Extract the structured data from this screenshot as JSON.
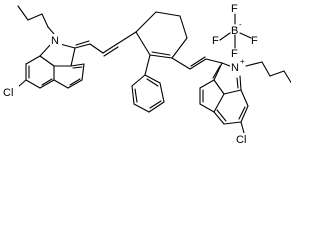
{
  "molecule": {
    "labels": {
      "n_top": "N",
      "cl_left": "Cl",
      "n_right": "N",
      "n_right_charge": "+",
      "cl_bottom": "Cl",
      "boron": "B",
      "boron_charge": "-",
      "f_top": "F",
      "f_left": "F",
      "f_right": "F",
      "f_bottom": "F"
    }
  }
}
